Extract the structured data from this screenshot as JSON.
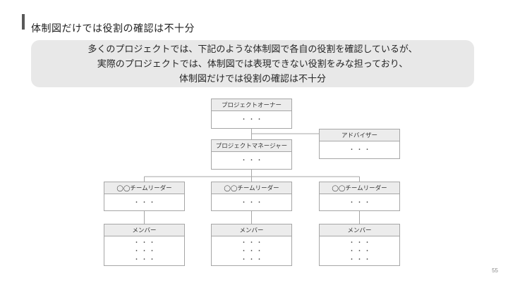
{
  "title": {
    "text": "体制図だけでは役割の確認は不十分"
  },
  "lead": {
    "lines": [
      "多くのプロジェクトでは、下記のような体制図で各自の役割を確認しているが、",
      "実際のプロジェクトでは、体制図では表現できない役割をみな担っており、",
      "体制図だけでは役割の確認は不十分"
    ]
  },
  "org_chart": {
    "nodes": [
      {
        "id": "project-owner",
        "label": "プロジェクトオーナー",
        "dots": [
          "・・・"
        ]
      },
      {
        "id": "advisor",
        "label": "アドバイザー",
        "dots": [
          "・・・"
        ]
      },
      {
        "id": "project-manager",
        "label": "プロジェクトマネージャー",
        "dots": [
          "・・・"
        ]
      },
      {
        "id": "team-leader-1",
        "label": "◯◯チームリーダー",
        "dots": [
          "・・・"
        ]
      },
      {
        "id": "team-leader-2",
        "label": "◯◯チームリーダー",
        "dots": [
          "・・・"
        ]
      },
      {
        "id": "team-leader-3",
        "label": "◯◯チームリーダー",
        "dots": [
          "・・・"
        ]
      },
      {
        "id": "member-1",
        "label": "メンバー",
        "dots": [
          "・・・",
          "・・・",
          "・・・"
        ]
      },
      {
        "id": "member-2",
        "label": "メンバー",
        "dots": [
          "・・・",
          "・・・",
          "・・・"
        ]
      },
      {
        "id": "member-3",
        "label": "メンバー",
        "dots": [
          "・・・",
          "・・・",
          "・・・"
        ]
      }
    ],
    "colors": {
      "box_border": "#a6a6a6",
      "header_fill": "#ececec",
      "connector": "#a6a6a6"
    }
  },
  "colors": {
    "title_bar": "#595959",
    "lead_box_fill": "#e8e8e8"
  },
  "page": {
    "number": "55"
  }
}
